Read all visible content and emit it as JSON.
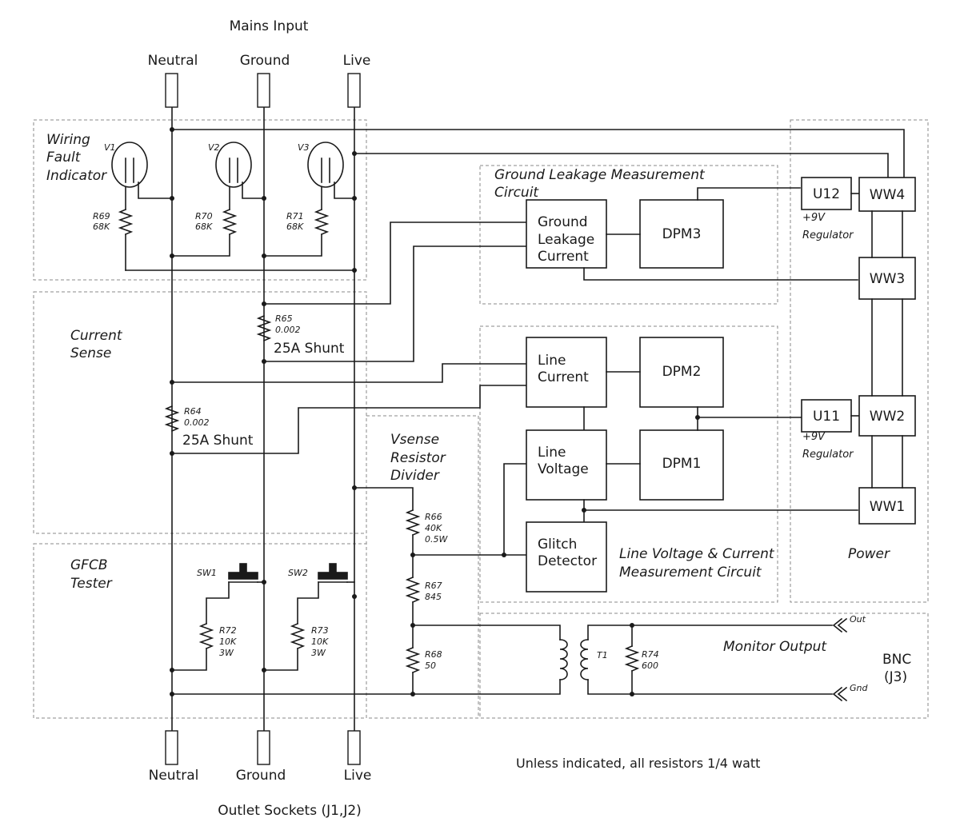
{
  "mains": {
    "title": "Mains Input",
    "neutral": "Neutral",
    "ground": "Ground",
    "live": "Live"
  },
  "outlet": {
    "title": "Outlet Sockets (J1,J2)",
    "neutral": "Neutral",
    "ground": "Ground",
    "live": "Live"
  },
  "zones": {
    "wiring_fault_1": "Wiring",
    "wiring_fault_2": "Fault",
    "wiring_fault_3": "Indicator",
    "current_sense_1": "Current",
    "current_sense_2": "Sense",
    "gfcb_1": "GFCB",
    "gfcb_2": "Tester",
    "vsense_1": "Vsense",
    "vsense_2": "Resistor",
    "vsense_3": "Divider",
    "ground_leak_1": "Ground Leakage Measurement",
    "ground_leak_2": "Circuit",
    "line_meas_1": "Line Voltage & Current",
    "line_meas_2": "Measurement Circuit",
    "power": "Power",
    "monitor": "Monitor Output"
  },
  "blocks": {
    "gl_1": "Ground",
    "gl_2": "Leakage",
    "gl_3": "Current",
    "dpm3": "DPM3",
    "lc_1": "Line",
    "lc_2": "Current",
    "dpm2": "DPM2",
    "lv_1": "Line",
    "lv_2": "Voltage",
    "dpm1": "DPM1",
    "gd_1": "Glitch",
    "gd_2": "Detector",
    "u12": "U12",
    "u11": "U11",
    "ww4": "WW4",
    "ww3": "WW3",
    "ww2": "WW2",
    "ww1": "WW1",
    "reg12_1": "+9V",
    "reg12_2": "Regulator",
    "reg11_1": "+9V",
    "reg11_2": "Regulator"
  },
  "components": {
    "v1": "V1",
    "v2": "V2",
    "v3": "V3",
    "r69_n": "R69",
    "r69_v": "68K",
    "r70_n": "R70",
    "r70_v": "68K",
    "r71_n": "R71",
    "r71_v": "68K",
    "r65_n": "R65",
    "r65_v": "0.002",
    "r65_d": "25A Shunt",
    "r64_n": "R64",
    "r64_v": "0.002",
    "r64_d": "25A Shunt",
    "r66_n": "R66",
    "r66_v": "40K",
    "r66_w": "0.5W",
    "r67_n": "R67",
    "r67_v": "845",
    "r68_n": "R68",
    "r68_v": "50",
    "r72_n": "R72",
    "r72_v": "10K",
    "r72_w": "3W",
    "r73_n": "R73",
    "r73_v": "10K",
    "r73_w": "3W",
    "r74_n": "R74",
    "r74_v": "600",
    "sw1": "SW1",
    "sw2": "SW2",
    "t1": "T1",
    "out": "Out",
    "gnd": "Gnd",
    "bnc_1": "BNC",
    "bnc_2": "(J3)"
  },
  "note": "Unless indicated, all resistors 1/4 watt"
}
